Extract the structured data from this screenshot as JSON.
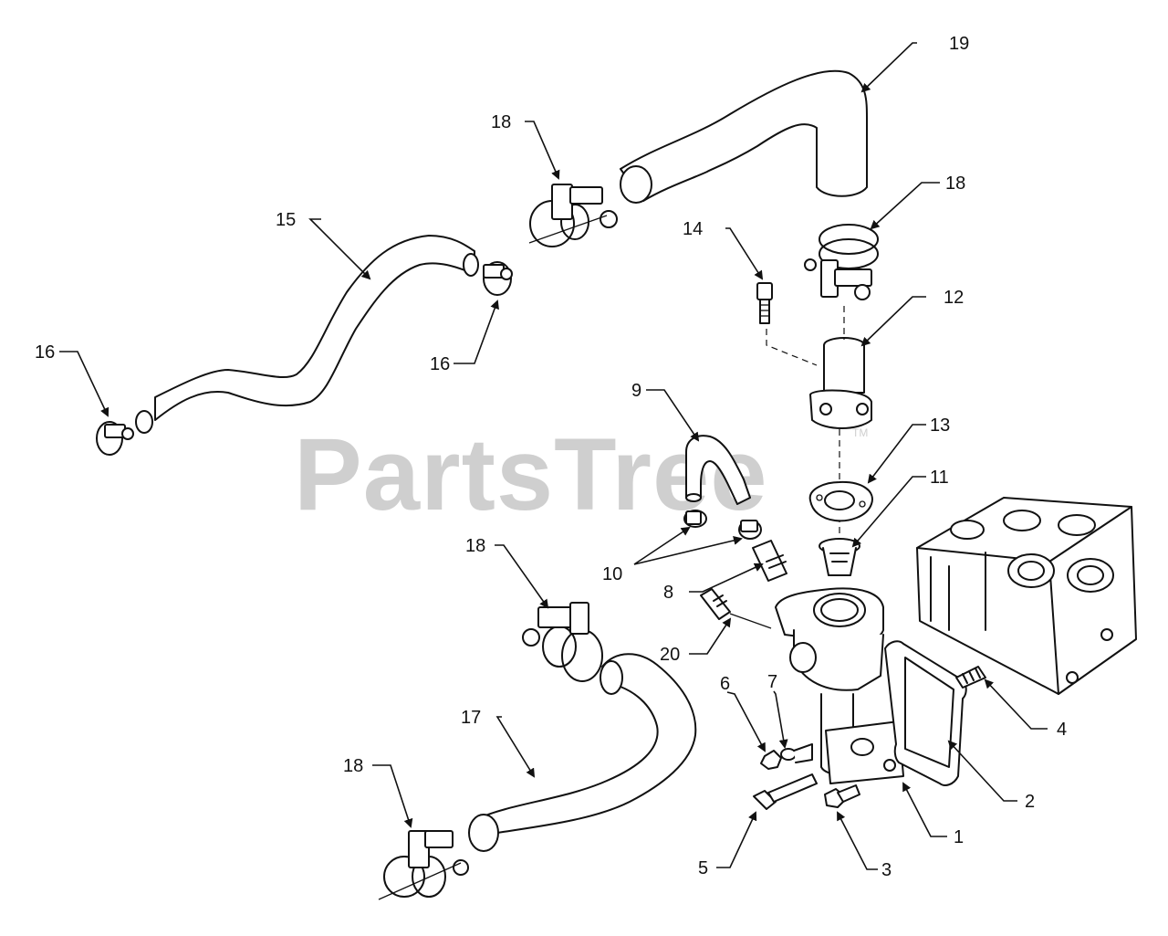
{
  "watermark": {
    "text": "PartsTree",
    "tm": "TM"
  },
  "callouts": [
    {
      "id": "c1",
      "label": "1"
    },
    {
      "id": "c2",
      "label": "2"
    },
    {
      "id": "c3",
      "label": "3"
    },
    {
      "id": "c4",
      "label": "4"
    },
    {
      "id": "c5",
      "label": "5"
    },
    {
      "id": "c6",
      "label": "6"
    },
    {
      "id": "c7",
      "label": "7"
    },
    {
      "id": "c8",
      "label": "8"
    },
    {
      "id": "c9",
      "label": "9"
    },
    {
      "id": "c10",
      "label": "10"
    },
    {
      "id": "c11",
      "label": "11"
    },
    {
      "id": "c12",
      "label": "12"
    },
    {
      "id": "c13",
      "label": "13"
    },
    {
      "id": "c14",
      "label": "14"
    },
    {
      "id": "c15",
      "label": "15"
    },
    {
      "id": "c16a",
      "label": "16"
    },
    {
      "id": "c16b",
      "label": "16"
    },
    {
      "id": "c17",
      "label": "17"
    },
    {
      "id": "c18a",
      "label": "18"
    },
    {
      "id": "c18b",
      "label": "18"
    },
    {
      "id": "c18c",
      "label": "18"
    },
    {
      "id": "c18d",
      "label": "18"
    },
    {
      "id": "c19",
      "label": "19"
    },
    {
      "id": "c20",
      "label": "20"
    }
  ]
}
